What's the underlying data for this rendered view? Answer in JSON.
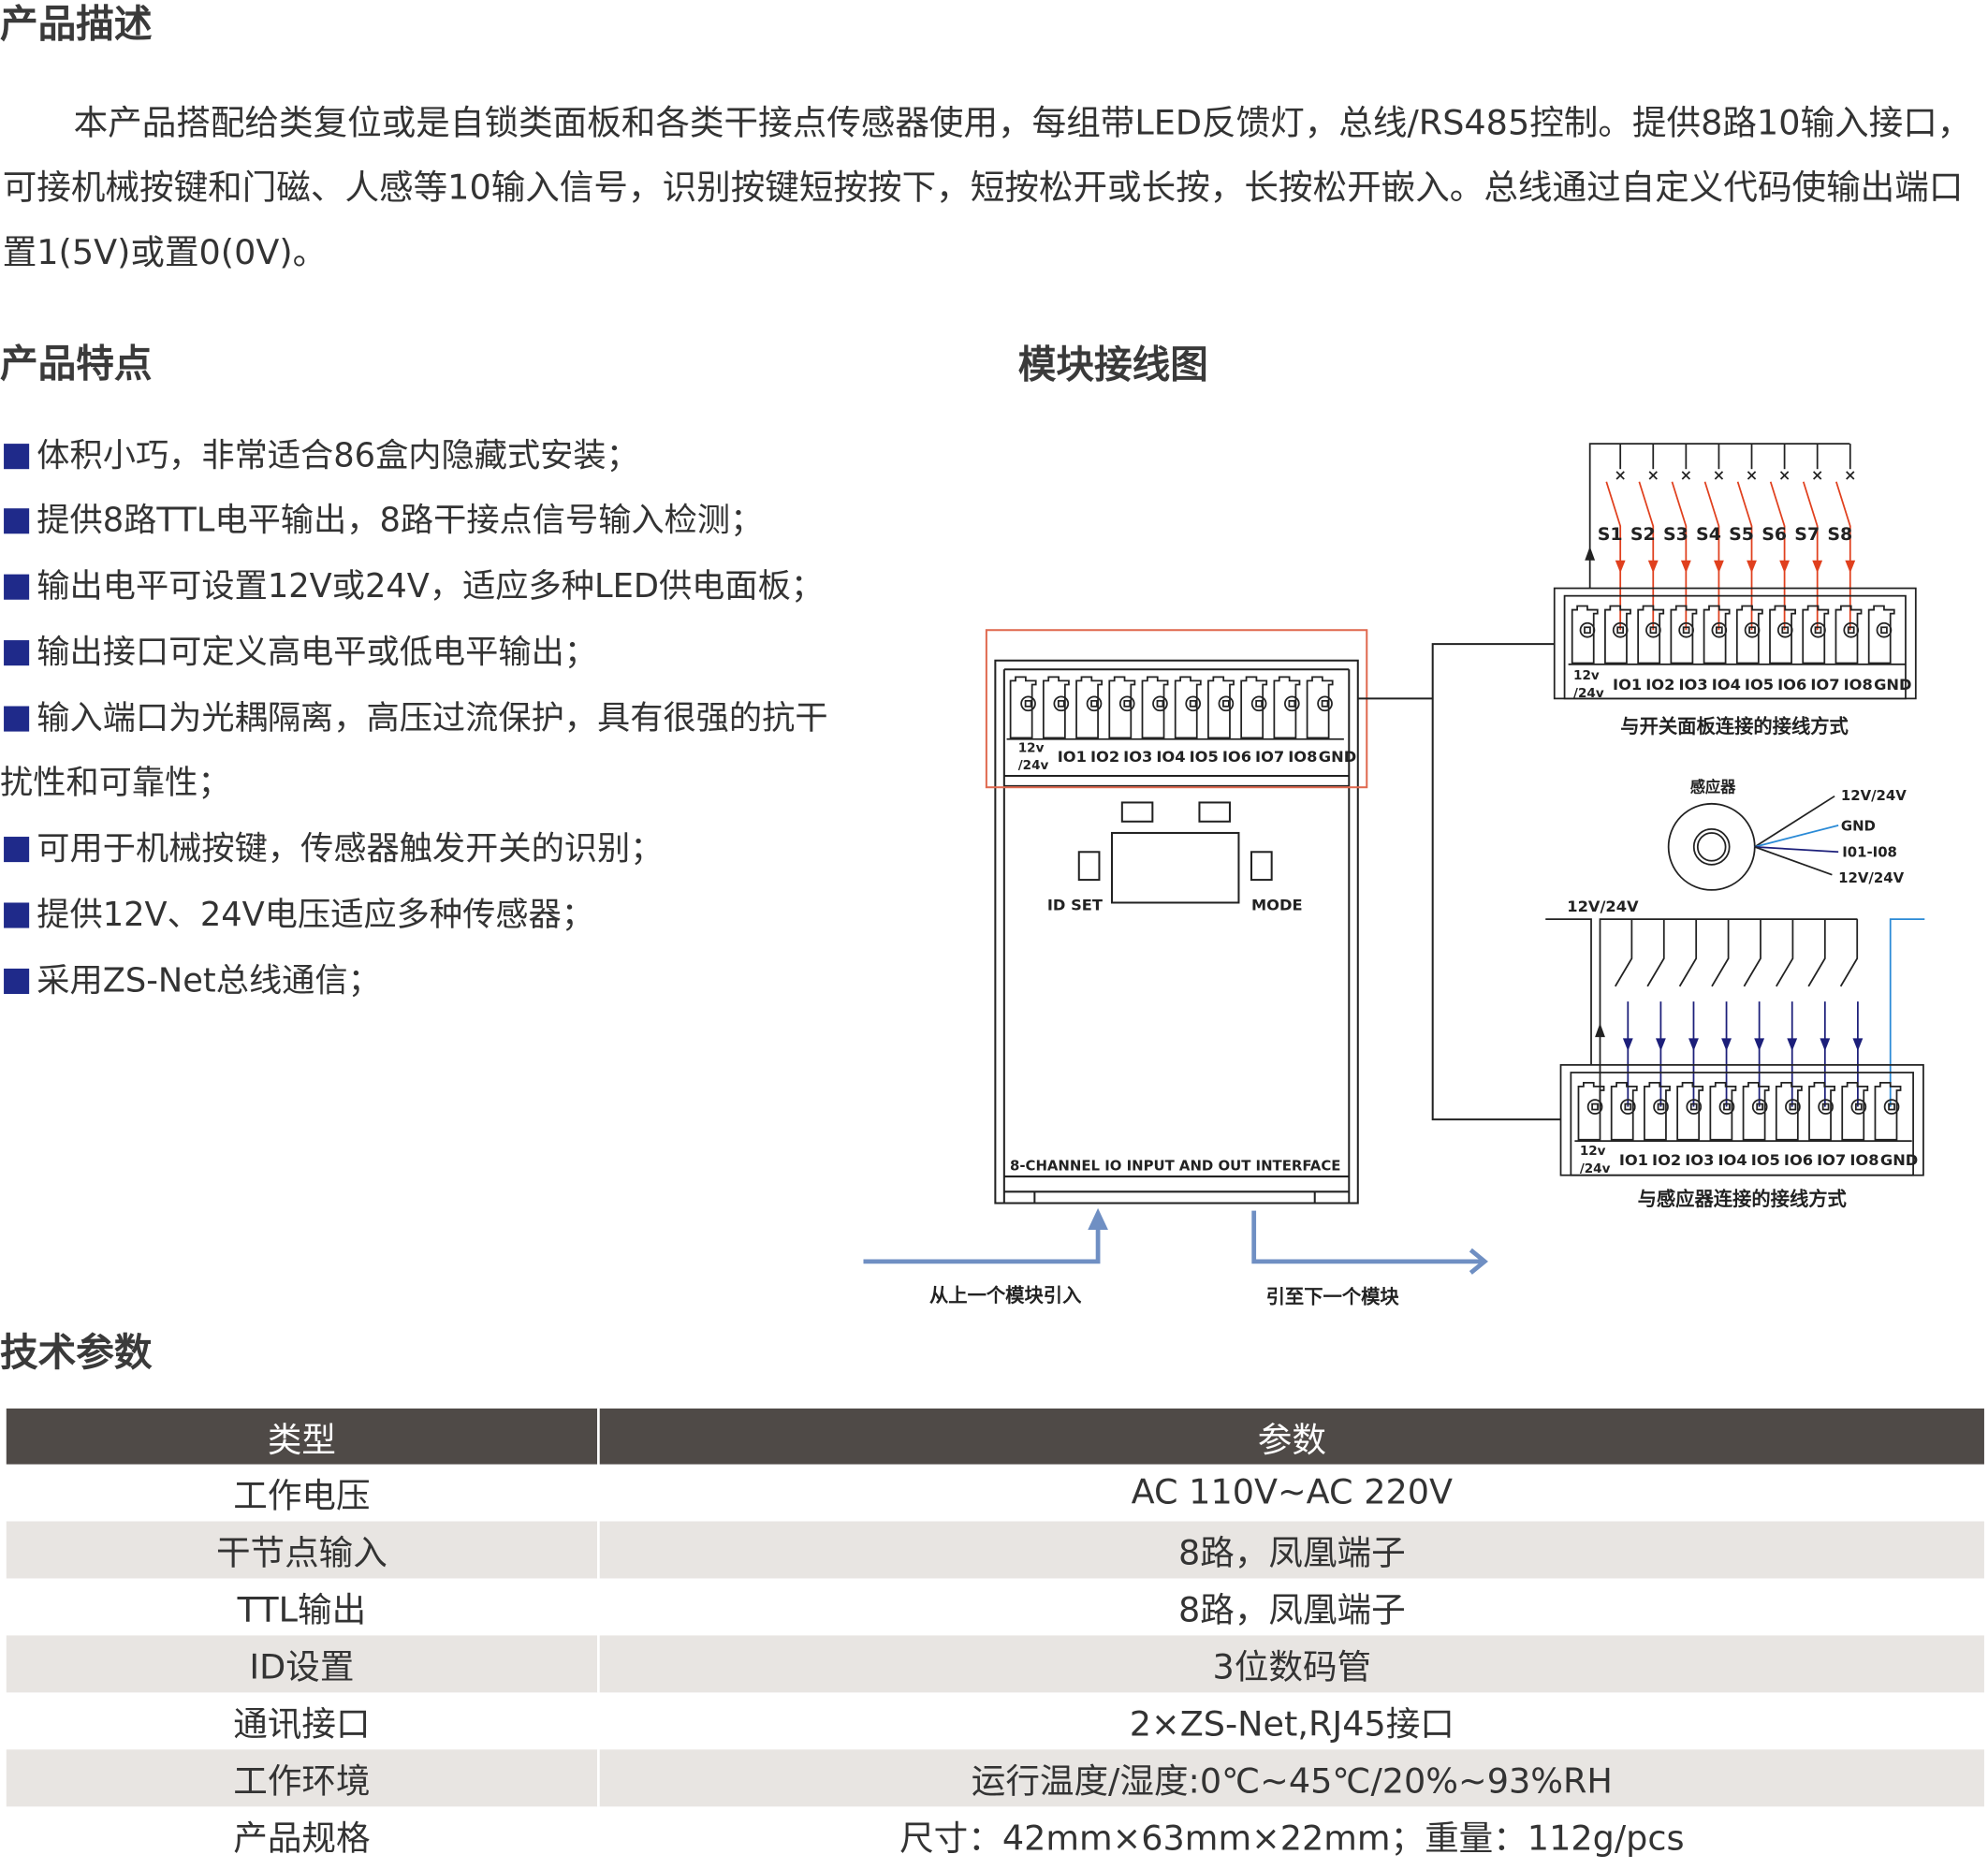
{
  "description": {
    "title": "产品描述",
    "lines": [
      "本产品搭配给类复位或是自锁类面板和各类干接点传感器使用，每组带LED反馈灯，总线/RS485控制。提供8路10输入接口，",
      "可接机械按键和门磁、人感等10输入信号，识别按键短按按下，短按松开或长按，长按松开嵌入。总线通过自定义代码使输出端口",
      "置1(5V)或置0(0V)。"
    ]
  },
  "features": {
    "title": "产品特点",
    "items": [
      "体积小巧，非常适合86盒内隐藏式安装；",
      " 提供8路TTL电平输出，8路干接点信号输入检测；",
      " 输出电平可设置12V或24V，适应多种LED供电面板；",
      "输出接口可定义高电平或低电平输出；",
      " 输入端口为光耦隔离，高压过流保护，具有很强的抗干",
      " 可用于机械按键，传感器触发开关的识别；",
      " 提供12V、24V电压适应多种传感器；",
      "  采用ZS-Net总线通信；"
    ],
    "wrap_line": "扰性和可靠性；"
  },
  "diagram": {
    "title": "模块接线图",
    "power_label": [
      "12v",
      "/24v"
    ],
    "terminal_labels": [
      "IO1",
      "IO2",
      "IO3",
      "IO4",
      "IO5",
      "IO6",
      "IO7",
      "IO8",
      "GND"
    ],
    "id_set": "ID SET",
    "mode": "MODE",
    "interface_label": "8-CHANNEL IO INPUT AND OUT INTERFACE",
    "switch_labels": [
      "S1",
      "S2",
      "S3",
      "S4",
      "S5",
      "S6",
      "S7",
      "S8"
    ],
    "switch_caption": "与开关面板连接的接线方式",
    "sensor_label": "感应器",
    "sensor_wires": [
      "12V/24V",
      "GND",
      "I01-I08",
      "12V/24V"
    ],
    "sensor_power": "12V/24V",
    "sensor_caption": "与感应器连接的接线方式",
    "from_prev": "从上一个模块引入",
    "to_next": "引至下一个模块",
    "colors": {
      "red": "#e0401e",
      "navy": "#1c1f7a",
      "blue": "#2a8ad6",
      "arrow": "#6f8fc3",
      "frame": "#e06a50"
    }
  },
  "specs": {
    "title": "技术参数",
    "headers": [
      "类型",
      "参数"
    ],
    "rows": [
      [
        "工作电压",
        "AC 110V~AC 220V"
      ],
      [
        "干节点输入",
        "8路，凤凰端子"
      ],
      [
        "TTL输出",
        "8路，凤凰端子"
      ],
      [
        "ID设置",
        "3位数码管"
      ],
      [
        "通讯接口",
        "2×ZS-Net,RJ45接口"
      ],
      [
        "工作环境",
        "运行温度/湿度:0℃~45℃/20%~93%RH"
      ],
      [
        "产品规格",
        "尺寸：42mm×63mm×22mm；重量：112g/pcs"
      ]
    ]
  }
}
